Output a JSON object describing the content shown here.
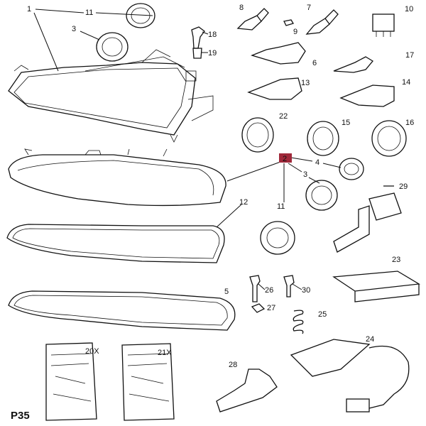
{
  "page_code": "P35",
  "highlight_color": "#a0283a",
  "callouts": {
    "c1": "1",
    "c11a": "11",
    "c3a": "3",
    "c18": "18",
    "c19": "19",
    "c8": "8",
    "c9": "9",
    "c7": "7",
    "c10": "10",
    "c6": "6",
    "c17": "17",
    "c13": "13",
    "c14": "14",
    "c22": "22",
    "c15": "15",
    "c16": "16",
    "c2": "2",
    "c4": "4",
    "c3b": "3",
    "c29": "29",
    "c12": "12",
    "c11b": "11",
    "c23": "23",
    "c5": "5",
    "c26": "26",
    "c30": "30",
    "c27": "27",
    "c25": "25",
    "c24": "24",
    "c20x": "20X",
    "c21x": "21X",
    "c28": "28"
  }
}
